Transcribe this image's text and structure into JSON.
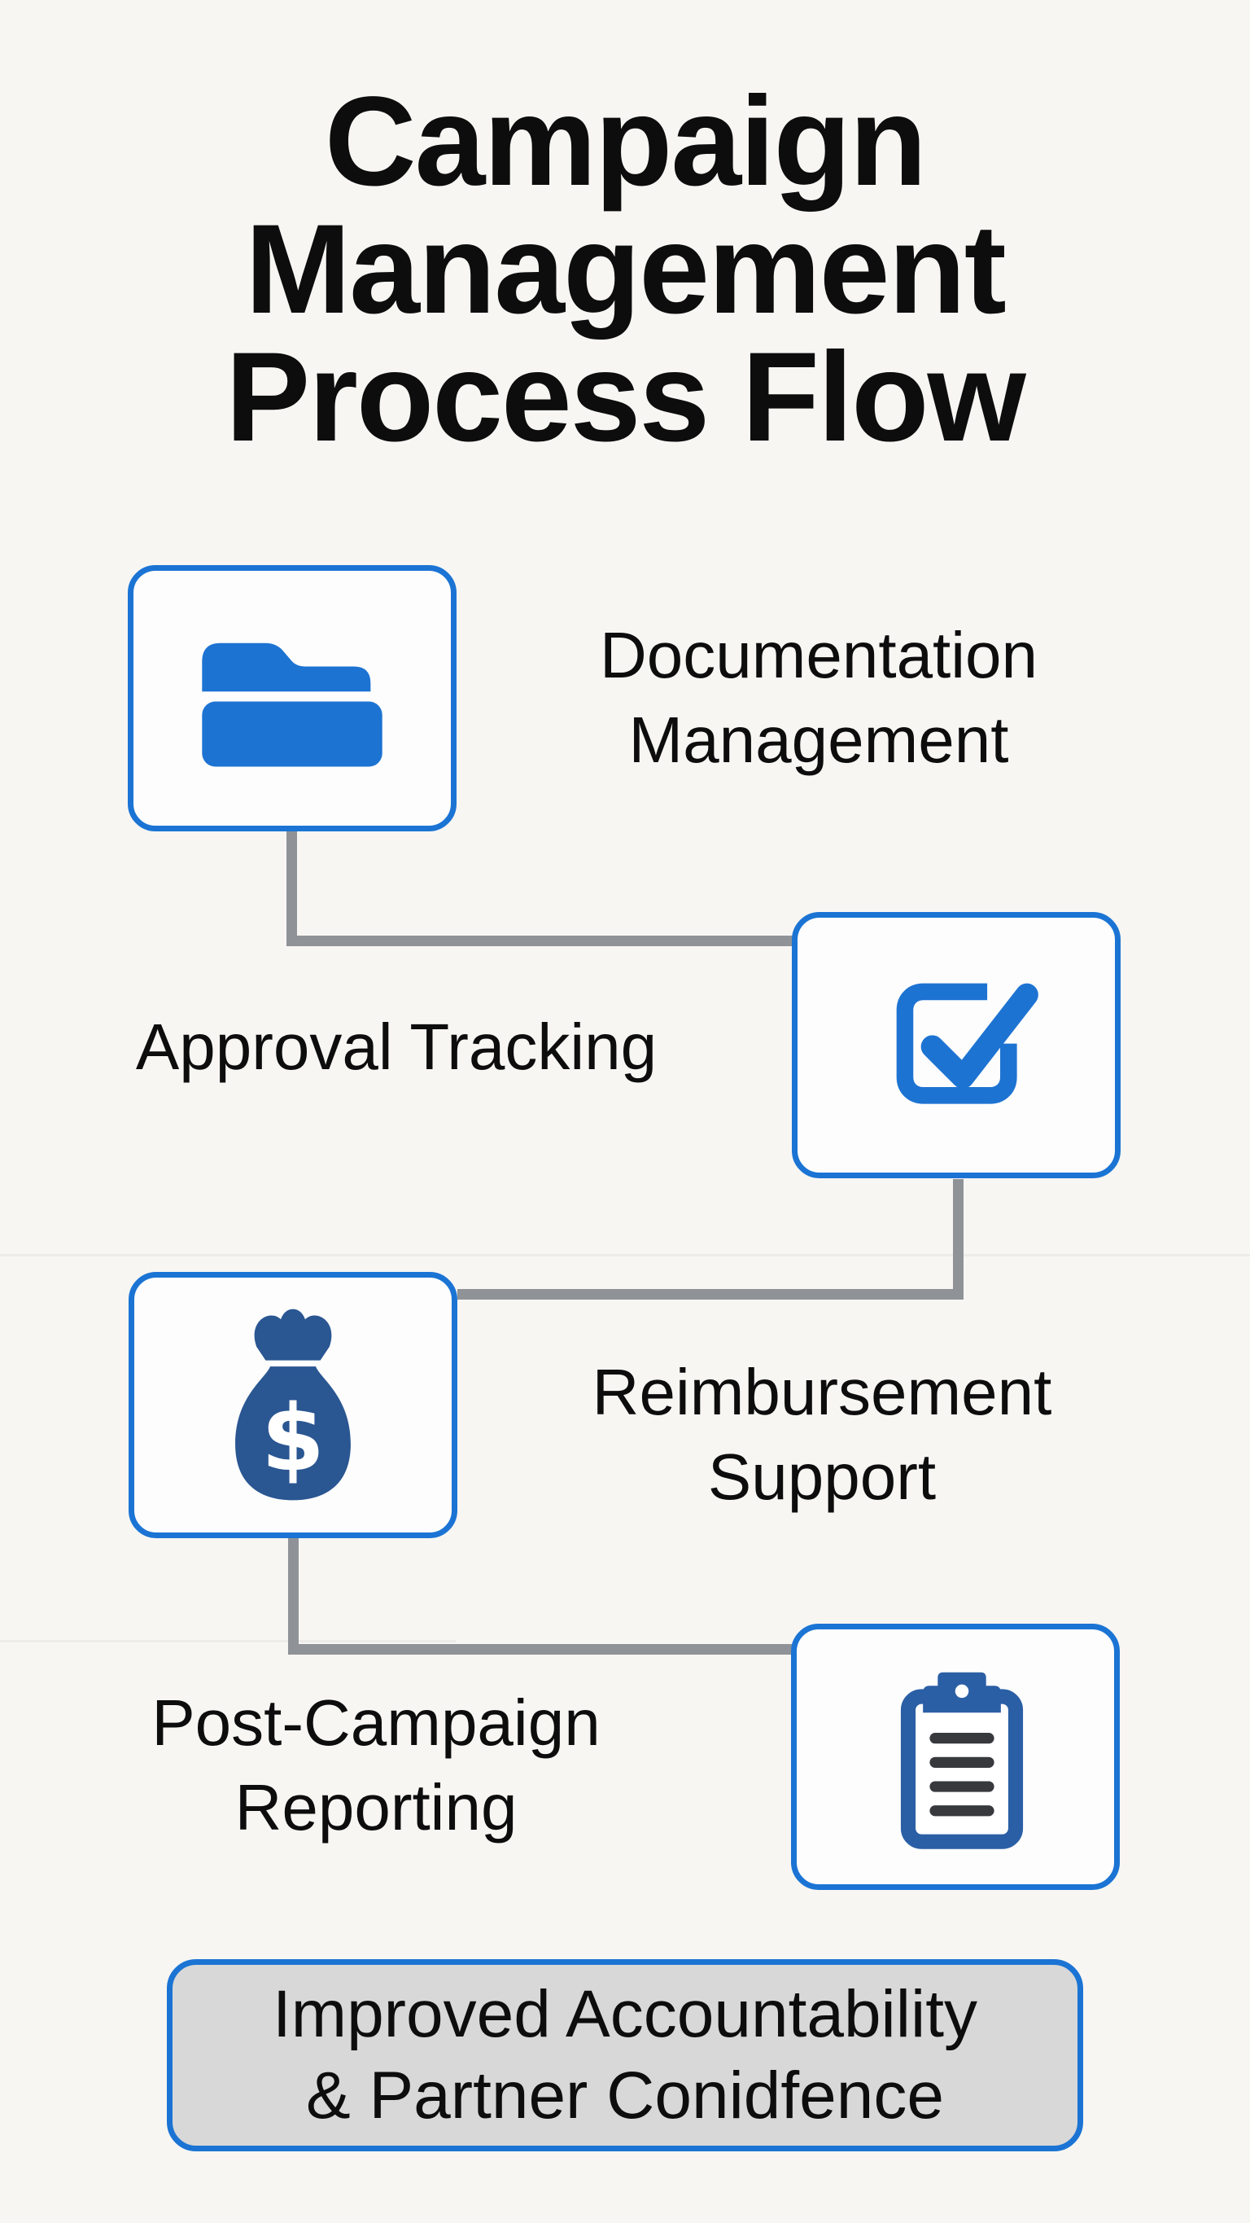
{
  "title": {
    "text": "Campaign Management Process Flow",
    "lines": [
      "Campaign",
      "Management",
      "Process Flow"
    ]
  },
  "steps": [
    {
      "label": "Documentation Management",
      "lines": [
        "Documentation",
        "Management"
      ],
      "icon": "folder-icon"
    },
    {
      "label": "Approval Tracking",
      "lines": [
        "Approval Tracking"
      ],
      "icon": "checkbox-icon"
    },
    {
      "label": "Reimbursement Support",
      "lines": [
        "Reimbursement",
        "Support"
      ],
      "icon": "money-bag-icon"
    },
    {
      "label": "Post-Campaign Reporting",
      "lines": [
        "Post-Campaign",
        "Reporting"
      ],
      "icon": "clipboard-icon"
    }
  ],
  "outcome": {
    "text": "Improved Accountability & Partner Conidfence",
    "lines": [
      "Improved Accountability",
      "& Partner Conidfence"
    ]
  },
  "icons": {
    "money_symbol": "$"
  },
  "colors": {
    "background": "#f7f6f3",
    "box_border": "#1b74d4",
    "box_fill": "#fdfdfd",
    "icon_blue": "#1d73d2",
    "icon_navy": "#2a5692",
    "icon_clipboard_blue": "#2b5fa5",
    "clipboard_lines": "#37393d",
    "connector": "#8f9397",
    "outcome_fill": "#d8d8d8",
    "text": "#0d0d0e"
  }
}
